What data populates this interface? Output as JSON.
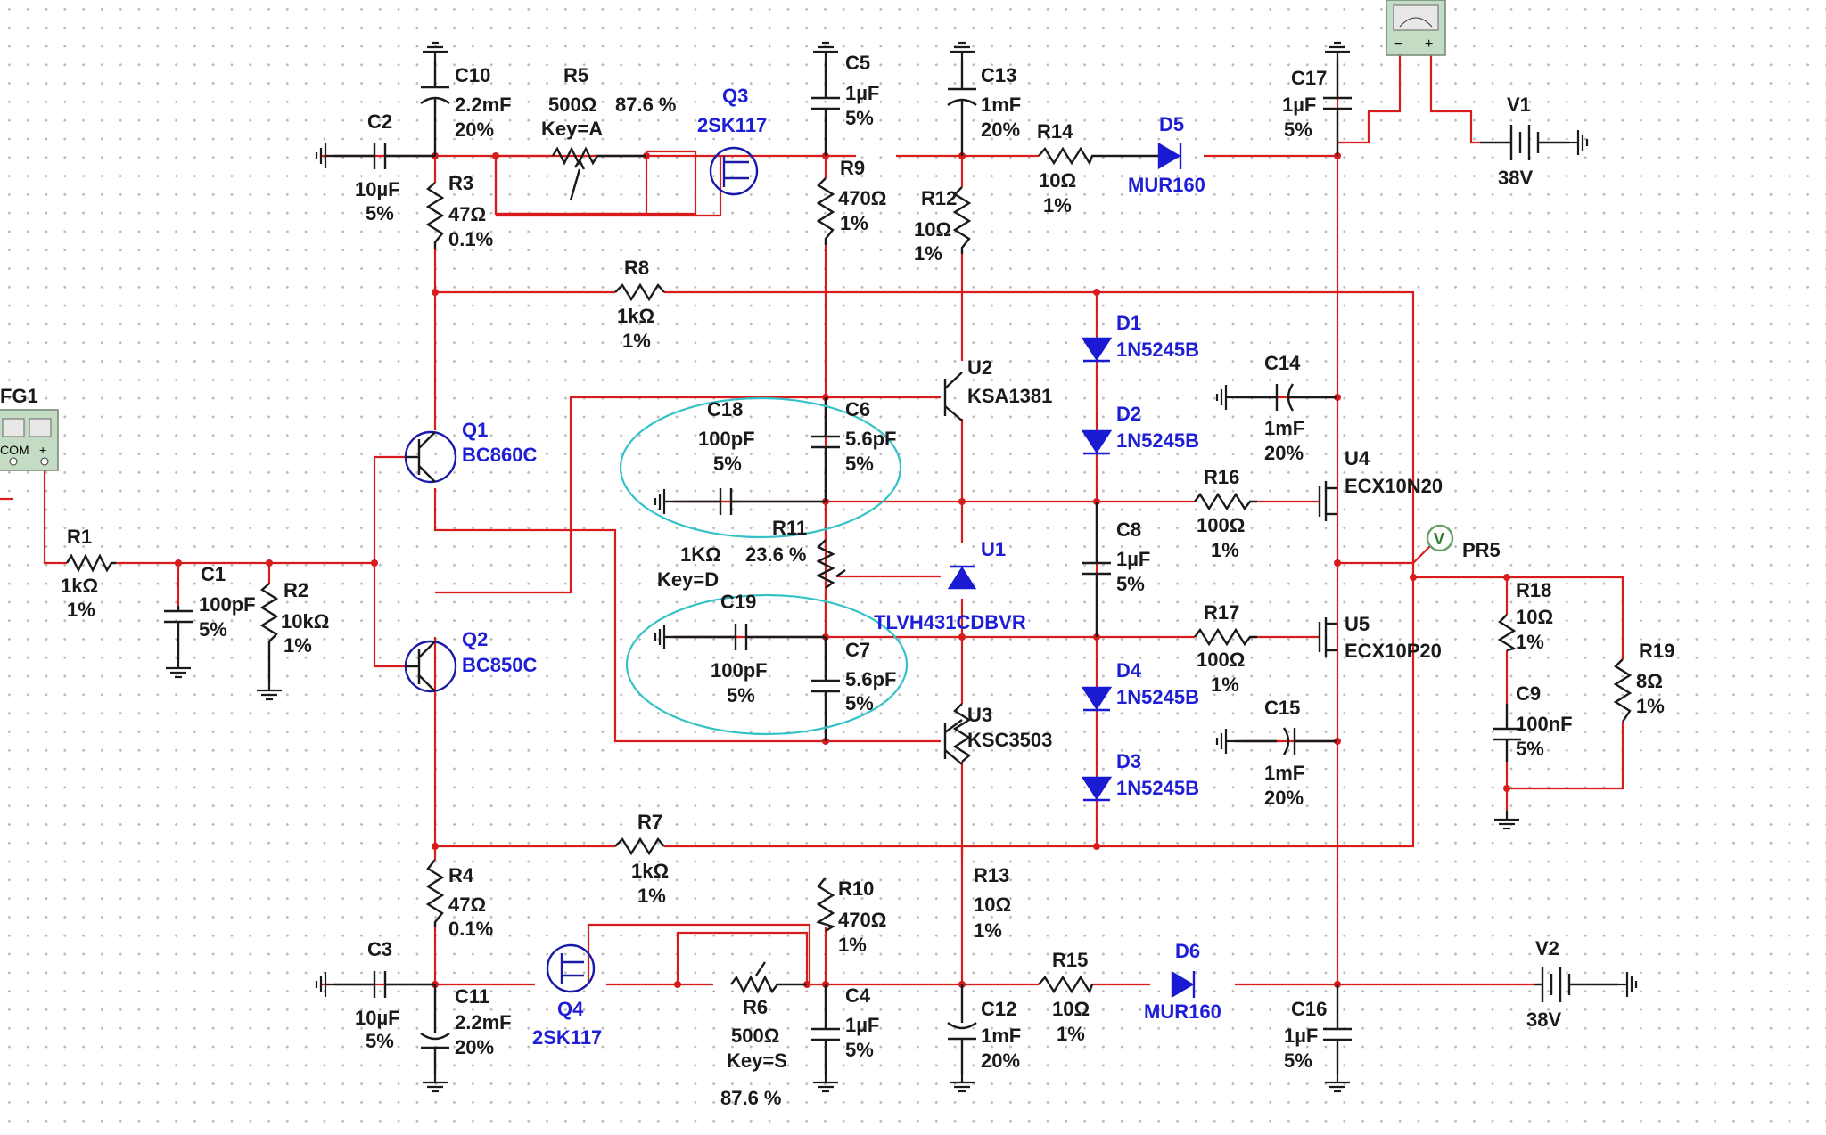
{
  "instruments": {
    "fg1": {
      "name": "FG1",
      "com": "COM",
      "plus": "+"
    },
    "meter": {
      "minus": "−",
      "plus": "+"
    },
    "probe": {
      "name": "PR5",
      "symbol": "V"
    }
  },
  "power": {
    "v1": {
      "ref": "V1",
      "value": "38V"
    },
    "v2": {
      "ref": "V2",
      "value": "38V"
    }
  },
  "resistors": {
    "r1": {
      "ref": "R1",
      "value": "1kΩ",
      "tol": "1%"
    },
    "r2": {
      "ref": "R2",
      "value": "10kΩ",
      "tol": "1%"
    },
    "r3": {
      "ref": "R3",
      "value": "47Ω",
      "tol": "0.1%"
    },
    "r4": {
      "ref": "R4",
      "value": "47Ω",
      "tol": "0.1%"
    },
    "r5": {
      "ref": "R5",
      "value": "500Ω",
      "pct": "87.6 %",
      "key": "Key=A"
    },
    "r6": {
      "ref": "R6",
      "value": "500Ω",
      "pct": "87.6 %",
      "key": "Key=S"
    },
    "r7": {
      "ref": "R7",
      "value": "1kΩ",
      "tol": "1%"
    },
    "r8": {
      "ref": "R8",
      "value": "1kΩ",
      "tol": "1%"
    },
    "r9": {
      "ref": "R9",
      "value": "470Ω",
      "tol": "1%"
    },
    "r10": {
      "ref": "R10",
      "value": "470Ω",
      "tol": "1%"
    },
    "r11": {
      "ref": "R11",
      "value": "1KΩ",
      "pct": "23.6 %",
      "key": "Key=D"
    },
    "r12": {
      "ref": "R12",
      "value": "10Ω",
      "tol": "1%"
    },
    "r13": {
      "ref": "R13",
      "value": "10Ω",
      "tol": "1%"
    },
    "r14": {
      "ref": "R14",
      "value": "10Ω",
      "tol": "1%"
    },
    "r15": {
      "ref": "R15",
      "value": "10Ω",
      "tol": "1%"
    },
    "r16": {
      "ref": "R16",
      "value": "100Ω",
      "tol": "1%"
    },
    "r17": {
      "ref": "R17",
      "value": "100Ω",
      "tol": "1%"
    },
    "r18": {
      "ref": "R18",
      "value": "10Ω",
      "tol": "1%"
    },
    "r19": {
      "ref": "R19",
      "value": "8Ω",
      "tol": "1%"
    }
  },
  "capacitors": {
    "c1": {
      "ref": "C1",
      "value": "100pF",
      "tol": "5%"
    },
    "c2": {
      "ref": "C2",
      "value": "10µF",
      "tol": "5%"
    },
    "c3": {
      "ref": "C3",
      "value": "10µF",
      "tol": "5%"
    },
    "c4": {
      "ref": "C4",
      "value": "1µF",
      "tol": "5%"
    },
    "c5": {
      "ref": "C5",
      "value": "1µF",
      "tol": "5%"
    },
    "c6": {
      "ref": "C6",
      "value": "5.6pF",
      "tol": "5%"
    },
    "c7": {
      "ref": "C7",
      "value": "5.6pF",
      "tol": "5%"
    },
    "c8": {
      "ref": "C8",
      "value": "1µF",
      "tol": "5%"
    },
    "c9": {
      "ref": "C9",
      "value": "100nF",
      "tol": "5%"
    },
    "c10": {
      "ref": "C10",
      "value": "2.2mF",
      "tol": "20%"
    },
    "c11": {
      "ref": "C11",
      "value": "2.2mF",
      "tol": "20%"
    },
    "c12": {
      "ref": "C12",
      "value": "1mF",
      "tol": "20%"
    },
    "c13": {
      "ref": "C13",
      "value": "1mF",
      "tol": "20%"
    },
    "c14": {
      "ref": "C14",
      "value": "1mF",
      "tol": "20%"
    },
    "c15": {
      "ref": "C15",
      "value": "1mF",
      "tol": "20%"
    },
    "c16": {
      "ref": "C16",
      "value": "1µF",
      "tol": "5%"
    },
    "c17": {
      "ref": "C17",
      "value": "1µF",
      "tol": "5%"
    },
    "c18": {
      "ref": "C18",
      "value": "100pF",
      "tol": "5%"
    },
    "c19": {
      "ref": "C19",
      "value": "100pF",
      "tol": "5%"
    }
  },
  "semis": {
    "q1": {
      "ref": "Q1",
      "part": "BC860C"
    },
    "q2": {
      "ref": "Q2",
      "part": "BC850C"
    },
    "q3": {
      "ref": "Q3",
      "part": "2SK117"
    },
    "q4": {
      "ref": "Q4",
      "part": "2SK117"
    },
    "u1": {
      "ref": "U1",
      "part": "TLVH431CDBVR"
    },
    "u2": {
      "ref": "U2",
      "part": "KSA1381"
    },
    "u3": {
      "ref": "U3",
      "part": "KSC3503"
    },
    "u4": {
      "ref": "U4",
      "part": "ECX10N20"
    },
    "u5": {
      "ref": "U5",
      "part": "ECX10P20"
    },
    "d1": {
      "ref": "D1",
      "part": "1N5245B"
    },
    "d2": {
      "ref": "D2",
      "part": "1N5245B"
    },
    "d3": {
      "ref": "D3",
      "part": "1N5245B"
    },
    "d4": {
      "ref": "D4",
      "part": "1N5245B"
    },
    "d5": {
      "ref": "D5",
      "part": "MUR160"
    },
    "d6": {
      "ref": "D6",
      "part": "MUR160"
    }
  },
  "colors": {
    "wire": "#d81c1c",
    "part_label": "#1e1ed6",
    "component": "#1a1a1a",
    "highlight": "#34c2c8",
    "grid": "#b9b9b9"
  }
}
